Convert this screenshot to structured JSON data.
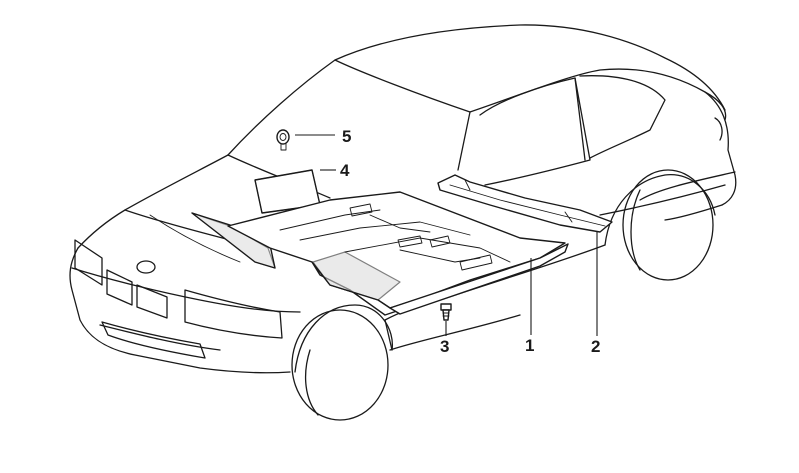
{
  "callouts": [
    {
      "id": "1",
      "label": "1"
    },
    {
      "id": "2",
      "label": "2"
    },
    {
      "id": "3",
      "label": "3"
    },
    {
      "id": "4",
      "label": "4"
    },
    {
      "id": "5",
      "label": "5"
    }
  ],
  "colors": {
    "stroke": "#1a1a1a",
    "background": "#ffffff",
    "shade": "#d9d9d9"
  }
}
